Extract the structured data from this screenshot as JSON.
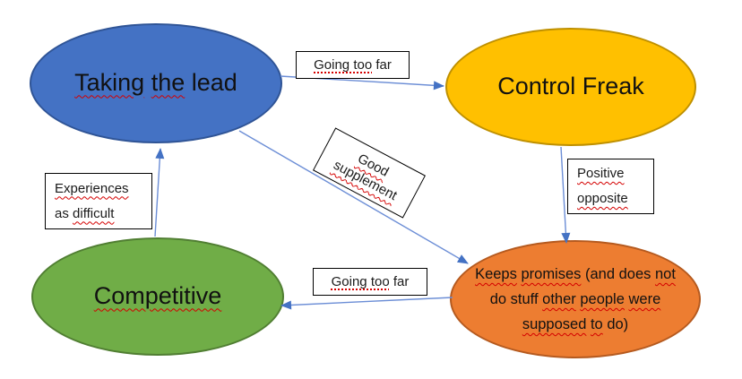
{
  "colors": {
    "node_blue_fill": "#4472C4",
    "node_blue_border": "#2F5496",
    "node_gold_fill": "#FFC000",
    "node_gold_border": "#BF9000",
    "node_green_fill": "#70AD47",
    "node_green_border": "#507E32",
    "node_orange_fill": "#ED7D31",
    "node_orange_border": "#B55A1F",
    "connector_line": "#6C8ED6",
    "arrowhead": "#4472C4",
    "spellcheck_underline": "#D40000",
    "label_box_bg": "#FFFFFF",
    "label_box_border": "#000000"
  },
  "nodes": {
    "taking_the_lead": {
      "full": "Taking the lead",
      "seg1": "Taking",
      "seg2": " ",
      "seg3": "the",
      "seg4": " lead"
    },
    "control_freak": {
      "label": "Control Freak"
    },
    "competitive": {
      "label": "Competitive"
    },
    "keeps_promises": {
      "full": "Keeps promises (and does not do stuff other people were supposed to do)",
      "l1s1": "Keeps",
      "l1s2": " ",
      "l1s3": "promises",
      "l1s4": " (and does ",
      "l1s5": "not",
      "l2s1": "do stuff ",
      "l2s2": "other",
      "l2s3": " ",
      "l2s4": "people",
      "l2s5": " ",
      "l2s6": "were",
      "l3s1": "supposed",
      "l3s2": " ",
      "l3s3": "to",
      "l3s4": " do)"
    }
  },
  "edge_labels": {
    "going_too_far_top": {
      "flagged": "Going too",
      "plain": " far"
    },
    "good_supplement": {
      "line1": "Good",
      "line2": "supplement"
    },
    "positive_opposite": {
      "line1": "Positive",
      "line2": "opposite"
    },
    "going_too_far_bottom": {
      "flagged": "Going too",
      "plain": " far"
    },
    "experiences_as_difficult": {
      "line1": "Experiences",
      "line2_plain": "as ",
      "line2_flagged": "difficult"
    }
  },
  "edges": [
    {
      "from": "Taking the lead",
      "to": "Control Freak",
      "label": "Going too far"
    },
    {
      "from": "Taking the lead",
      "to": "Keeps promises (and does not do stuff other people were supposed to do)",
      "label": "Good supplement"
    },
    {
      "from": "Control Freak",
      "to": "Keeps promises (and does not do stuff other people were supposed to do)",
      "label": "Positive opposite"
    },
    {
      "from": "Keeps promises (and does not do stuff other people were supposed to do)",
      "to": "Competitive",
      "label": "Going too far"
    },
    {
      "from": "Competitive",
      "to": "Taking the lead",
      "label": "Experiences as difficult"
    }
  ]
}
